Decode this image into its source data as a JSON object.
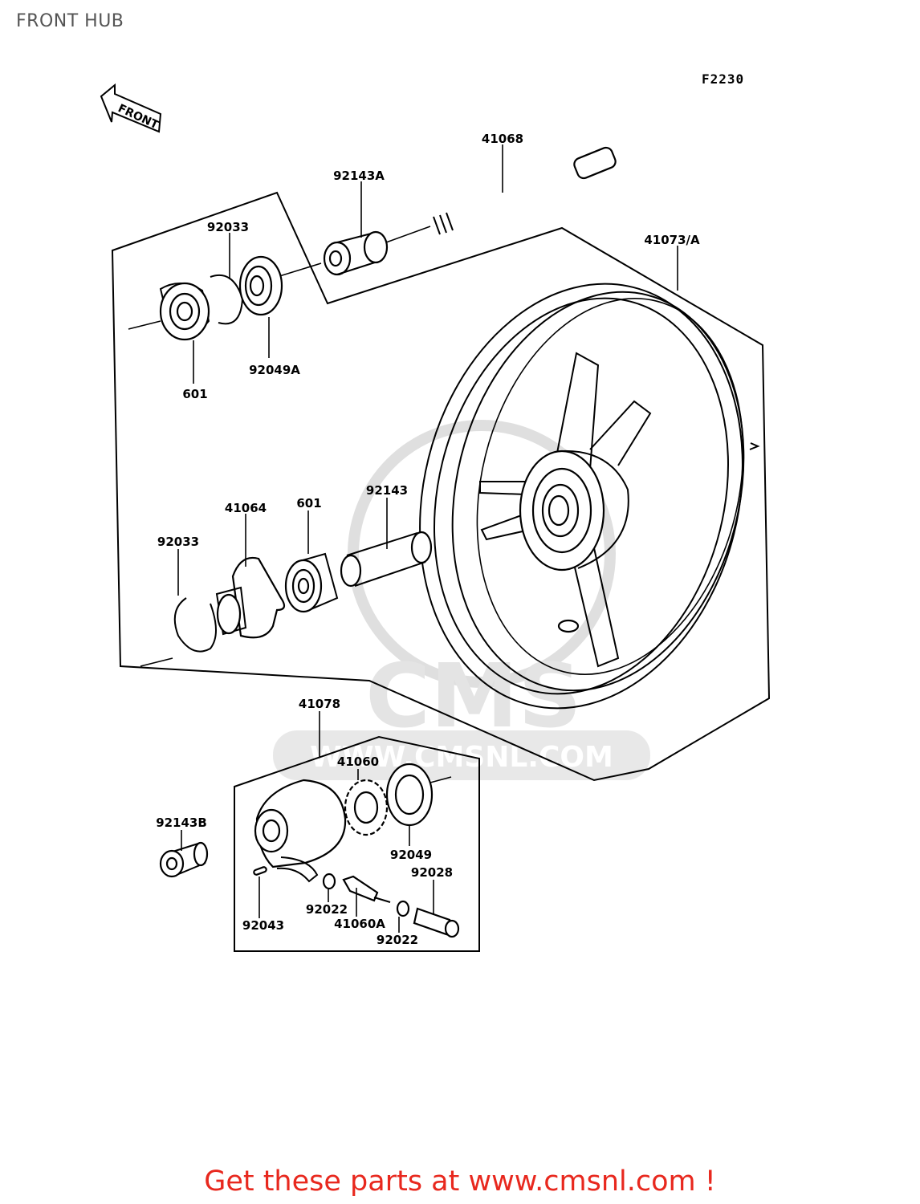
{
  "page": {
    "title": "FRONT HUB",
    "figure_code": "F2230",
    "front_arrow_text": "FRONT",
    "watermark_logo_text": "CMS",
    "watermark_url": "WWW.CMSNL.COM",
    "footer_text": "Get these parts at www.cmsnl.com !"
  },
  "callouts": {
    "axle": "41068",
    "collar_a": "92143A",
    "circlip_top": "92033",
    "bearing_top": "601",
    "seal_top": "92049A",
    "wheel": "41073/A",
    "bearing_mid": "601",
    "collar_mid": "92143",
    "coupling": "41064",
    "circlip_mid": "92033",
    "gear_housing_assy": "41078",
    "gear": "41060",
    "collar_b": "92143B",
    "seal_bottom": "92049",
    "plug": "92028",
    "washer_1": "92022",
    "pinion": "41060A",
    "washer_2": "92022",
    "pin": "92043"
  },
  "colors": {
    "footer": "#e8281e",
    "title": "#555555",
    "lines": "#000000",
    "watermark": "#dcdcdc"
  }
}
